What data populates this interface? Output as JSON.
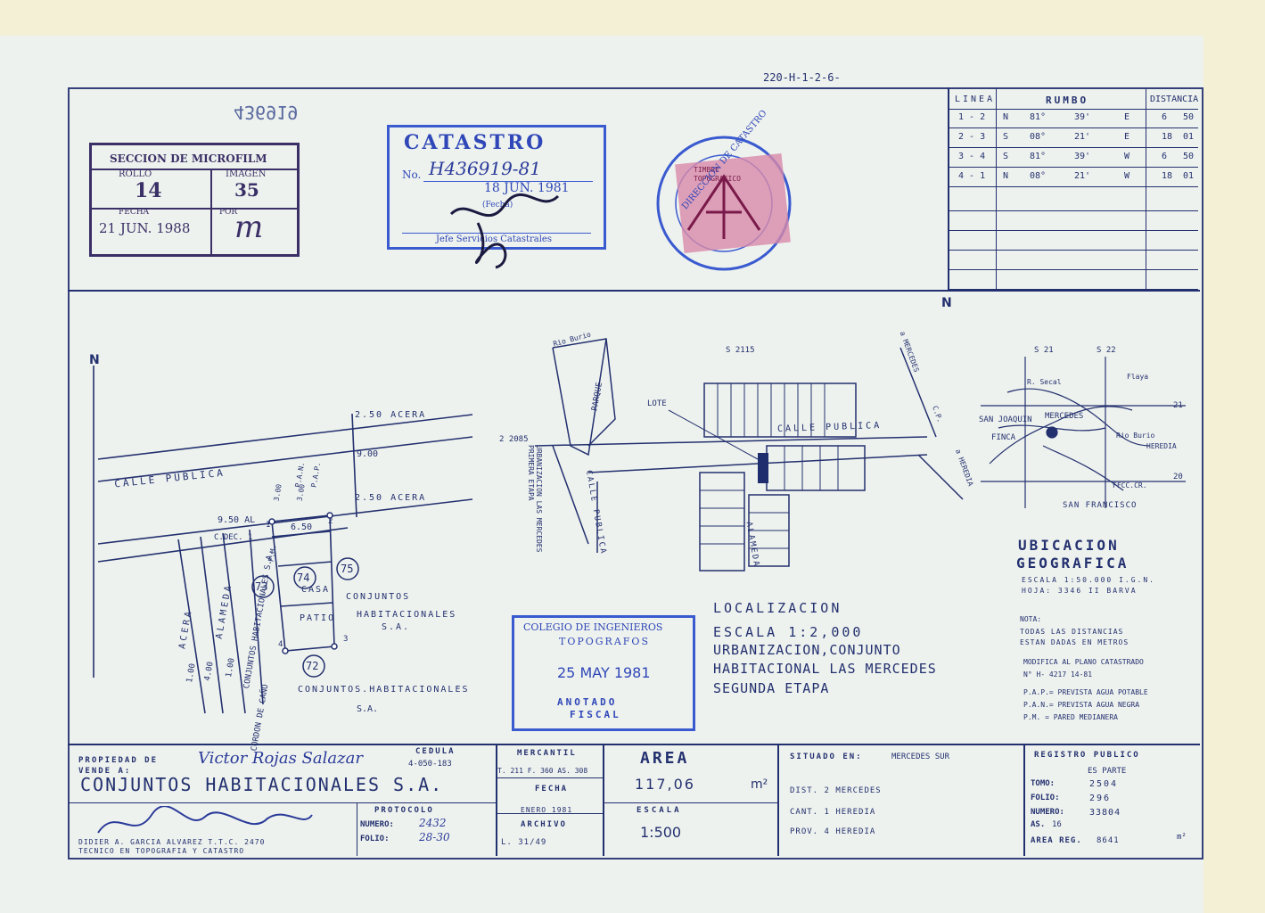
{
  "header_code": "220-H-1-2-6-",
  "stamp_number_mirrored": "436919",
  "microfilm": {
    "title": "SECCION DE MICROFILM",
    "rollo_label": "ROLLO",
    "rollo_value": "14",
    "imagen_label": "IMAGEN",
    "imagen_value": "35",
    "fecha_label": "FECHA",
    "fecha_value": "21 JUN. 1988",
    "por_label": "POR",
    "signature": "m"
  },
  "catastro_stamp": {
    "title": "CATASTRO",
    "no_label": "No.",
    "no_value": "H436919-81",
    "date": "18 JUN. 1981",
    "fecha_label": "(Fecha)",
    "footer": "Jefe Servicios Catastrales"
  },
  "timbre": {
    "ring_text": "DIRECCION DE CATASTRO",
    "label": "TIMBRE TOPOGRAFICO"
  },
  "rumbo_table": {
    "headers": [
      "LINEA",
      "RUMBO",
      "DISTANCIA"
    ],
    "rows": [
      [
        "1 - 2",
        "N",
        "81°",
        "39'",
        "E",
        "6",
        "50"
      ],
      [
        "2 - 3",
        "S",
        "08°",
        "21'",
        "E",
        "18",
        "01"
      ],
      [
        "3 - 4",
        "S",
        "81°",
        "39'",
        "W",
        "6",
        "50"
      ],
      [
        "4 - 1",
        "N",
        "08°",
        "21'",
        "W",
        "18",
        "01"
      ]
    ]
  },
  "plan": {
    "north": "N",
    "calle_publica": "CALLE PUBLICA",
    "acera_top": "2.50 ACERA",
    "acera_mid": "2.50 ACERA",
    "width_900": "9.00",
    "dim_950": "9.50 AL",
    "dim_650": "6.50",
    "c_dec": "C.DEC. 1",
    "pm": "P.M.",
    "pan": "P.A.N.",
    "pap": "P.A.P.",
    "dim_300": "3.00",
    "dim_300b": "3.00",
    "casa": "CASA",
    "patio": "PATIO",
    "lot_73": "73",
    "lot_74": "74",
    "lot_75": "75",
    "lot_72": "72",
    "conj_right_1": "CONJUNTOS",
    "conj_right_2": "HABITACIONALES",
    "conj_right_3": "S.A.",
    "conj_bottom": "CONJUNTOS.HABITACIONALES",
    "conj_bottom_sa": "S.A.",
    "conj_left": "CONJUNTOS HABITACIONALES S.A.",
    "acera_vert": "ACERA",
    "alameda_vert": "ALAMEDA",
    "dim_100": "1.00",
    "dim_400": "4.00",
    "dim_100b": "1.00",
    "cordon": "CORDON DE CAÑO",
    "pt_1": "1",
    "pt_2": "2",
    "pt_3": "3",
    "pt_4": "4"
  },
  "localizacion": {
    "rio_burio": "Rio Burio",
    "parque": "PARQUE",
    "lote": "LOTE",
    "s2115": "S 2115",
    "s2085": "2 2085",
    "calle_publica": "CALLE PUBLICA",
    "calle_publica_v": "CALLE PUBLICA",
    "urbanizacion_v": "URBANIZACION LAS MERCEDES PRIMERA ETAPA",
    "alameda": "ALAMEDA",
    "mercedes": "a MERCEDES",
    "cp": "C.P.",
    "heredia": "a HEREDIA",
    "title": "LOCALIZACION",
    "escala": "ESCALA 1:2,000",
    "desc1": "URBANIZACION,CONJUNTO",
    "desc2": "HABITACIONAL LAS MERCEDES",
    "desc3": "SEGUNDA ETAPA"
  },
  "ubicacion": {
    "s21": "S 21",
    "s22": "S 22",
    "n21": "21",
    "n20": "20",
    "flaya": "Flaya",
    "r_secal": "R. Secal",
    "san_joaquin": "SAN JOAQUIN",
    "finca": "FINCA",
    "mercedes": "MERCEDES",
    "rio_burio": "Rio Burio",
    "heredia": "HEREDIA",
    "ffcc": "FFCC.CR.",
    "san_francisco": "SAN FRANCISCO",
    "title1": "UBICACION",
    "title2": "GEOGRAFICA",
    "escala": "ESCALA 1:50.000 I.G.N.",
    "hoja": "HOJA: 3346 II BARVA",
    "nota": "NOTA:",
    "nota1": "TODAS LAS DISTANCIAS",
    "nota2": "ESTAN DADAS EN METROS",
    "modifica": "MODIFICA AL PLANO CATASTRADO",
    "plano": "N° H- 4217 14-81",
    "pap": "P.A.P.= PREVISTA AGUA POTABLE",
    "pan": "P.A.N.= PREVISTA AGUA NEGRA",
    "pm": "P.M. = PARED MEDIANERA"
  },
  "colegio_stamp": {
    "line1": "COLEGIO DE INGENIEROS",
    "line2": "TOPOGRAFOS",
    "date": "25 MAY 1981",
    "line3": "ANOTADO",
    "line4": "FISCAL"
  },
  "titleblock": {
    "propiedad_label": "PROPIEDAD DE",
    "vende_label": "VENDE A:",
    "owner": "Victor Rojas Salazar",
    "cedula_label": "CEDULA",
    "cedula": "4-050-183",
    "buyer": "CONJUNTOS HABITACIONALES S.A.",
    "mercantil_label": "MERCANTIL",
    "mercantil": "T. 211 F. 360 AS. 308",
    "fecha_label": "FECHA",
    "fecha": "ENERO 1981",
    "archivo_label": "ARCHIVO",
    "archivo": "L. 31/49",
    "protocolo_label": "PROTOCOLO",
    "numero_label": "NUMERO:",
    "numero": "2432",
    "folio_label": "FOLIO:",
    "folio": "28-30",
    "area_label": "AREA",
    "area_value": "117,06",
    "area_unit": "m²",
    "escala_label": "ESCALA",
    "escala_value": "1:500",
    "situado_label": "SITUADO EN:",
    "situado": "MERCEDES SUR",
    "distrito": "DIST. 2 MERCEDES",
    "canton": "CANT. 1 HEREDIA",
    "provincia": "PROV. 4 HEREDIA",
    "registro_label": "REGISTRO PUBLICO",
    "es_parte": "ES PARTE",
    "tomo_label": "TOMO:",
    "tomo": "2504",
    "folio_rp_label": "FOLIO:",
    "folio_rp": "296",
    "numero_rp_label": "NUMERO:",
    "numero_rp": "33804",
    "as_label": "AS.",
    "as_value": "16",
    "area_reg_label": "AREA REG.",
    "area_reg": "8641",
    "area_reg_unit": "m²",
    "surveyor_name": "DIDIER A. GARCIA ALVAREZ   T.T.C. 2470",
    "surveyor_title": "TECNICO EN TOPOGRAFIA Y CATASTRO"
  }
}
